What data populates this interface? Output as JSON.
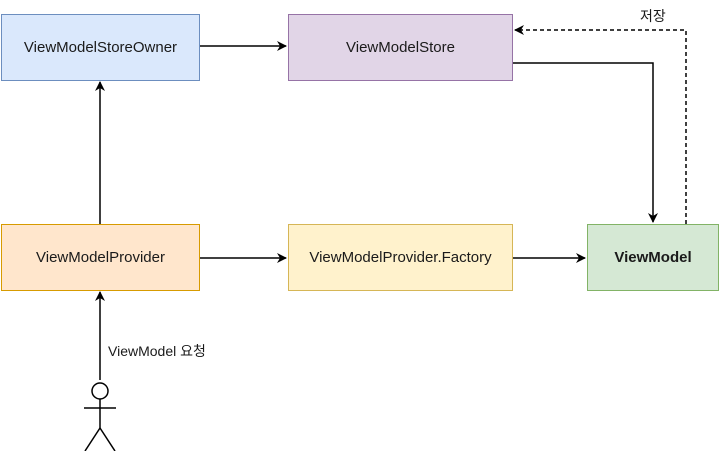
{
  "nodes": {
    "store_owner": {
      "label": "ViewModelStoreOwner",
      "fill": "#dae8fc",
      "stroke": "#6c8ebf"
    },
    "store": {
      "label": "ViewModelStore",
      "fill": "#e1d5e7",
      "stroke": "#9673a6"
    },
    "provider": {
      "label": "ViewModelProvider",
      "fill": "#ffe6cc",
      "stroke": "#d79b00"
    },
    "factory": {
      "label": "ViewModelProvider.Factory",
      "fill": "#fff2cc",
      "stroke": "#d6b656"
    },
    "viewmodel": {
      "label": "ViewModel",
      "fill": "#d5e8d4",
      "stroke": "#82b366"
    }
  },
  "edge_labels": {
    "save": "저장",
    "request": "ViewModel 요청"
  },
  "actor": {
    "icon": "stick-figure-icon"
  }
}
